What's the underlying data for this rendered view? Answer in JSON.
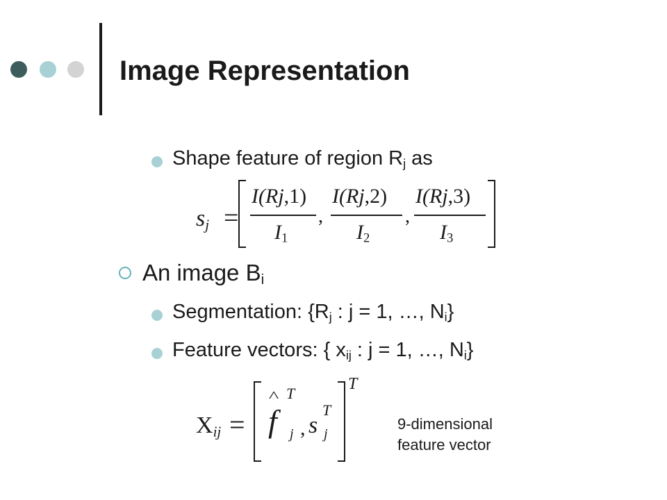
{
  "slide": {
    "title": "Image Representation",
    "bullet_shape": {
      "text": "Shape feature of region R",
      "sub": "j",
      "tail": " as"
    },
    "bullet_image": {
      "text": "An image B",
      "sub": "i"
    },
    "bullet_seg": {
      "a": "Segmentation: {R",
      "sub1": "j",
      "b": " : j = 1, …, N",
      "sub2": "i",
      "c": "}"
    },
    "bullet_feat": {
      "a": "Feature vectors: { x",
      "sub1": "ij",
      "b": " : j = 1, …, N",
      "sub2": "i",
      "c": "}"
    },
    "note_line1": "9-dimensional",
    "note_line2": "feature vector"
  },
  "equation1": {
    "lhs": "s",
    "lhs_sub": "j",
    "eq": "=",
    "num1": "I(R",
    "num1_j": "j",
    "num1_end": ",1)",
    "den1": "I",
    "den1_sub": "1",
    "num2": "I(R",
    "num2_j": "j",
    "num2_end": ",2)",
    "den2": "I",
    "den2_sub": "2",
    "num3": "I(R",
    "num3_j": "j",
    "num3_end": ",3)",
    "den3": "I",
    "den3_sub": "3",
    "comma": ","
  },
  "equation2": {
    "lhs": "X",
    "lhs_sub": "ij",
    "eq": "=",
    "hat": "^",
    "f": "f",
    "f_sup": "T",
    "f_sub": "j",
    "comma": ",",
    "s": "s",
    "s_sup": "T",
    "s_sub": "j",
    "outer_sup": "T"
  },
  "colors": {
    "dot_dark": "#3d5c5c",
    "dot_teal": "#a8d1d6",
    "dot_gray": "#d3d3d3",
    "ring": "#63b3ba"
  }
}
